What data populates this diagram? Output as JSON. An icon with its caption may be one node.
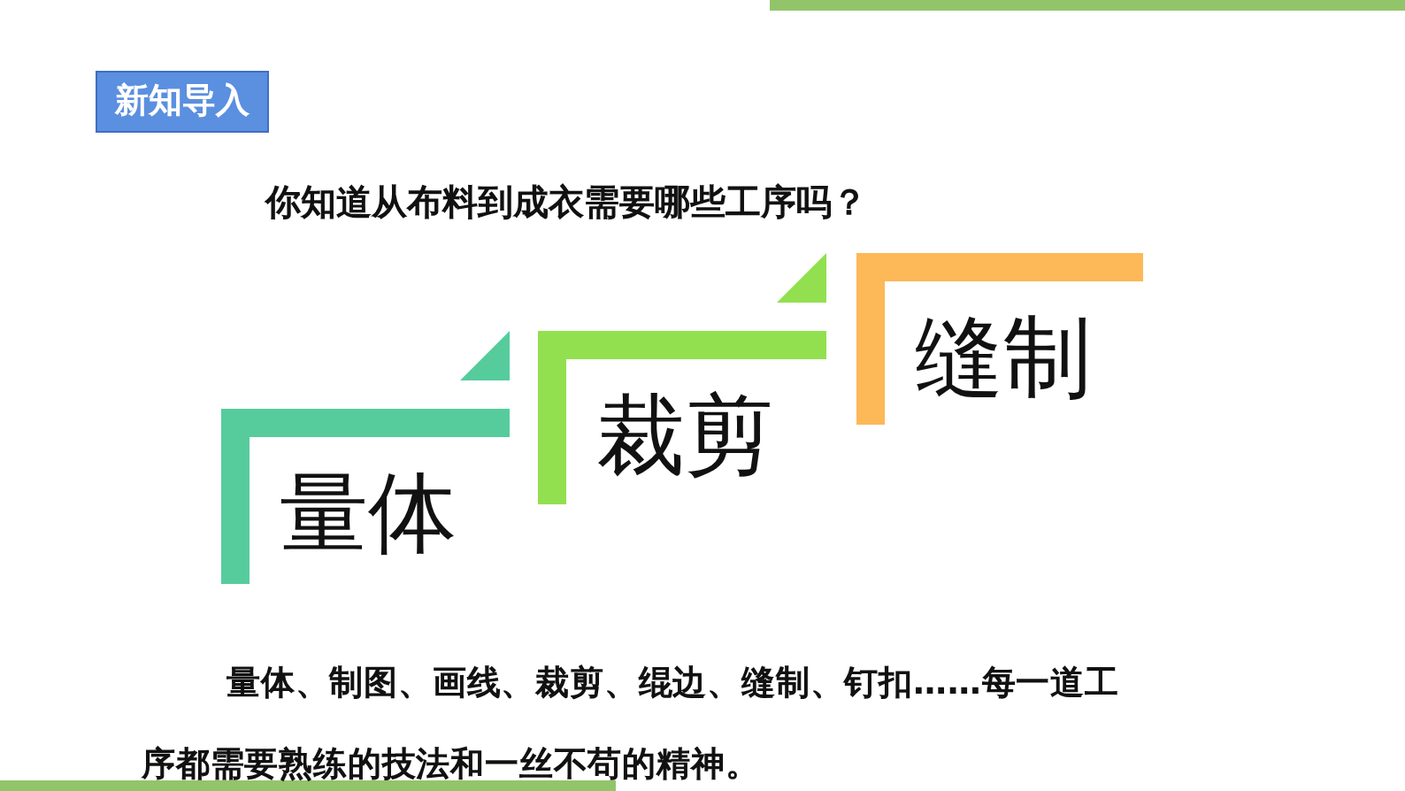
{
  "diagram": {
    "title": "新知导入",
    "nodes": [
      {
        "text": [
          "量体"
        ]
      },
      {
        "text": [
          "裁剪"
        ]
      },
      {
        "text": [
          "缝制"
        ]
      }
    ],
    "labels": [
      "你知道从布料到成衣需要哪些工序吗？",
      "量体、制图、画线、裁剪、绲边、缝制、钉扣……每一道工序都需要熟练的技法和一丝不苟的精神。"
    ]
  }
}
